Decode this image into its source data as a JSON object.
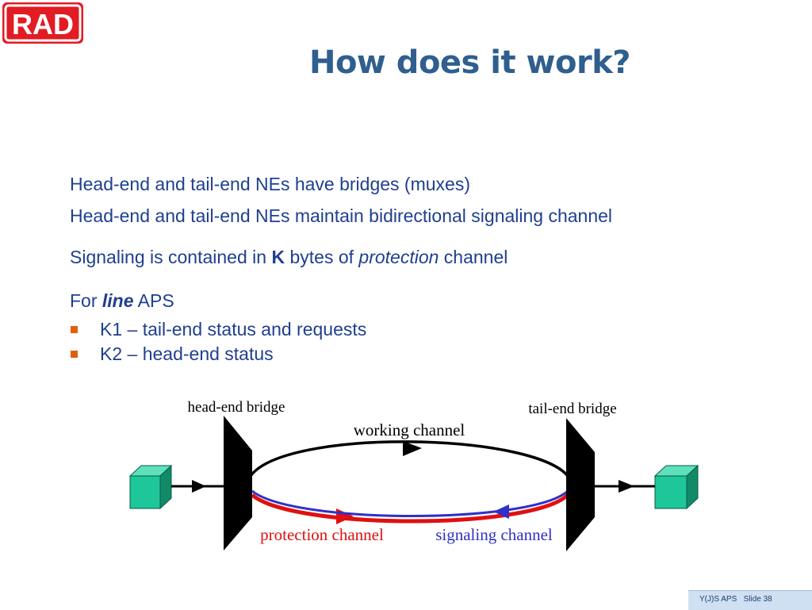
{
  "logo": {
    "text": "RAD",
    "color": "#e31b23"
  },
  "slide": {
    "title": "How does it work?"
  },
  "body": {
    "line1": "Head-end and tail-end NEs have bridges (muxes)",
    "line2": "Head-end and tail-end NEs maintain bidirectional signaling channel",
    "line3": {
      "prefix": "Signaling is contained in ",
      "bold": "K",
      "middle": " bytes of ",
      "italic": "protection",
      "suffix": " channel"
    },
    "line4": {
      "prefix": "For ",
      "bold_italic": "line",
      "suffix": " APS"
    },
    "bullets": [
      "K1 – tail-end status and requests",
      "K2 – head-end status"
    ]
  },
  "diagram": {
    "head_end_label": "head-end bridge",
    "tail_end_label": "tail-end bridge",
    "working_label": "working channel",
    "protection_label": "protection channel",
    "signaling_label": "signaling channel",
    "colors": {
      "protection": "#e01010",
      "signaling": "#3030c8",
      "node": "#1dc79a"
    }
  },
  "footer": {
    "deck": "Y(J)S  APS",
    "slide_number": "Slide 38"
  }
}
